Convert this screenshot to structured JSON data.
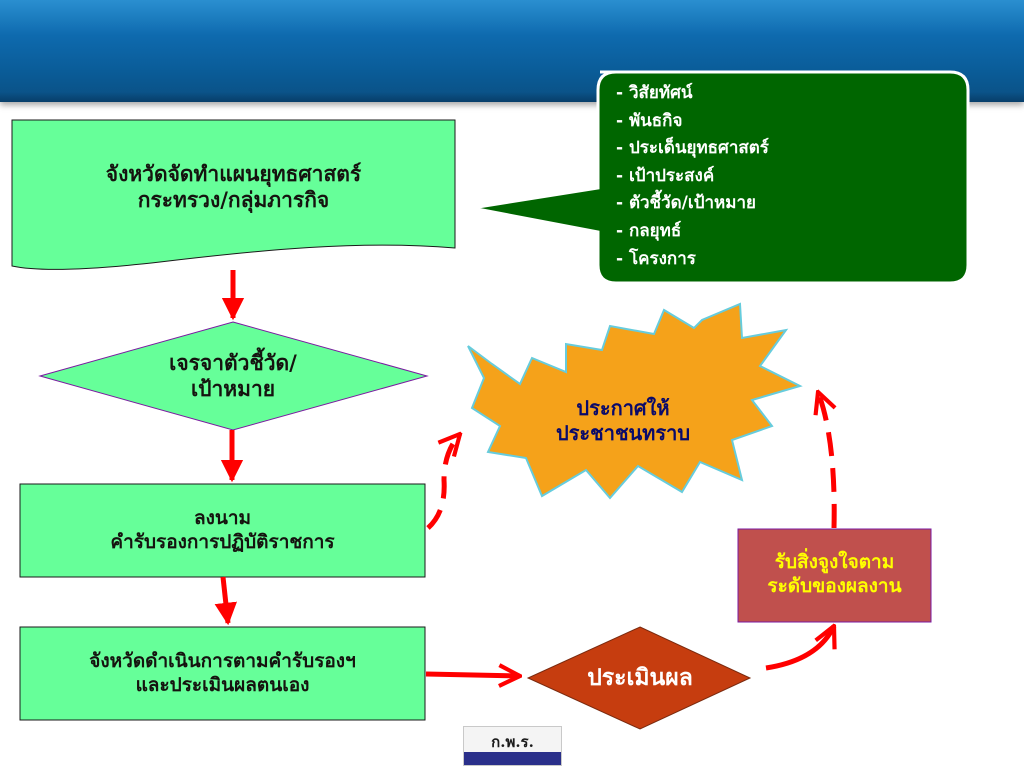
{
  "colors": {
    "box_green": "#66ff99",
    "dark_green": "#006600",
    "arrow_red": "#ff0000",
    "star_orange": "#f5a21a",
    "reward_red": "#c0504d",
    "assess_red": "#c63d0f",
    "banner_blue": "#0a5c98"
  },
  "diagram": {
    "strategy_plan": {
      "line1": "จังหวัดจัดทำแผนยุทธศาสตร์",
      "line2": "กระทรวง/กลุ่มภารกิจ"
    },
    "plan_components": [
      "- วิสัยทัศน์",
      "- พันธกิจ",
      "- ประเด็นยุทธศาสตร์",
      "- เป้าประสงค์",
      "- ตัวชี้วัด/เป้าหมาย",
      "- กลยุทธ์",
      "- โครงการ"
    ],
    "negotiate": {
      "line1": "เจรจาตัวชี้วัด/",
      "line2": "เป้าหมาย"
    },
    "sign": {
      "line1": "ลงนาม",
      "line2": "คำรับรองการปฏิบัติราชการ"
    },
    "implement": {
      "line1": "จังหวัดดำเนินการตามคำรับรองฯ",
      "line2": "และประเมินผลตนเอง"
    },
    "announce": {
      "line1": "ประกาศให้",
      "line2": "ประชาชนทราบ"
    },
    "assess": "ประเมินผล",
    "reward": {
      "line1": "รับสิ่งจูงใจตาม",
      "line2": "ระดับของผลงาน"
    }
  },
  "logo": {
    "text": "ก.พ.ร."
  }
}
